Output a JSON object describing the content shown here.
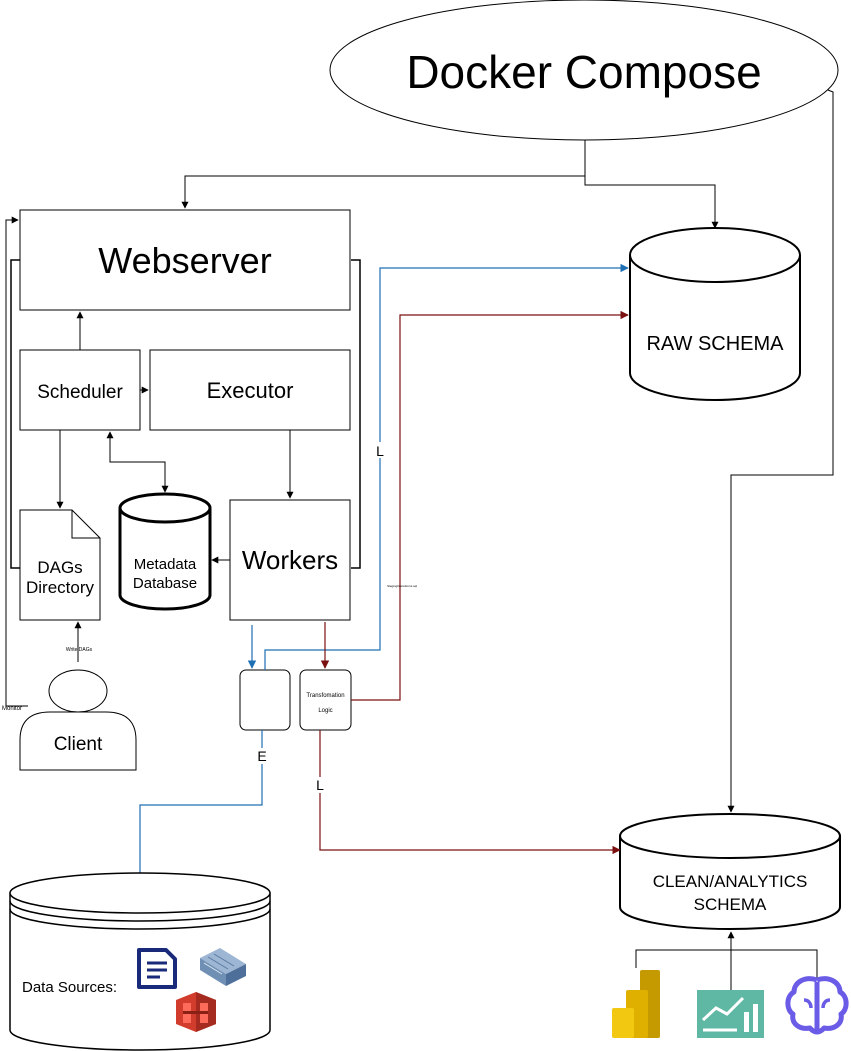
{
  "diagram": {
    "docker_compose": "Docker Compose",
    "webserver": "Webserver",
    "scheduler": "Scheduler",
    "executor": "Executor",
    "workers": "Workers",
    "dags_directory": [
      "DAGs",
      "Directory"
    ],
    "metadata_database": [
      "Metadata",
      "Database"
    ],
    "client": "Client",
    "write_dags": "Write DAGs",
    "monitor": "Monitor",
    "raw_schema": "RAW SCHEMA",
    "clean_schema": [
      "CLEAN/ANALYTICS",
      "SCHEMA"
    ],
    "transformation_logic": [
      "Transfomation",
      "Logic"
    ],
    "data_sources": "Data Sources:",
    "edge_labels": {
      "load_raw": "L",
      "extract": "E",
      "load_clean": "L",
      "tiny_note": "Staging/transforms.sql"
    },
    "colors": {
      "blue_line": "#1f6fb5",
      "red_line": "#7a1010",
      "powerbi_yellow": "#f2c811",
      "powerbi_dark": "#c49a00",
      "chart_teal": "#5fb8a4",
      "brain_purple": "#6b5ce7",
      "doc_navy": "#1a2a7a",
      "s3_red": "#d13c2d",
      "server_blue": "#6f8fb5"
    },
    "icons": [
      "document-icon",
      "database-server-icon",
      "s3-bucket-icon",
      "powerbi-icon",
      "analytics-chart-icon",
      "brain-ai-icon"
    ]
  }
}
